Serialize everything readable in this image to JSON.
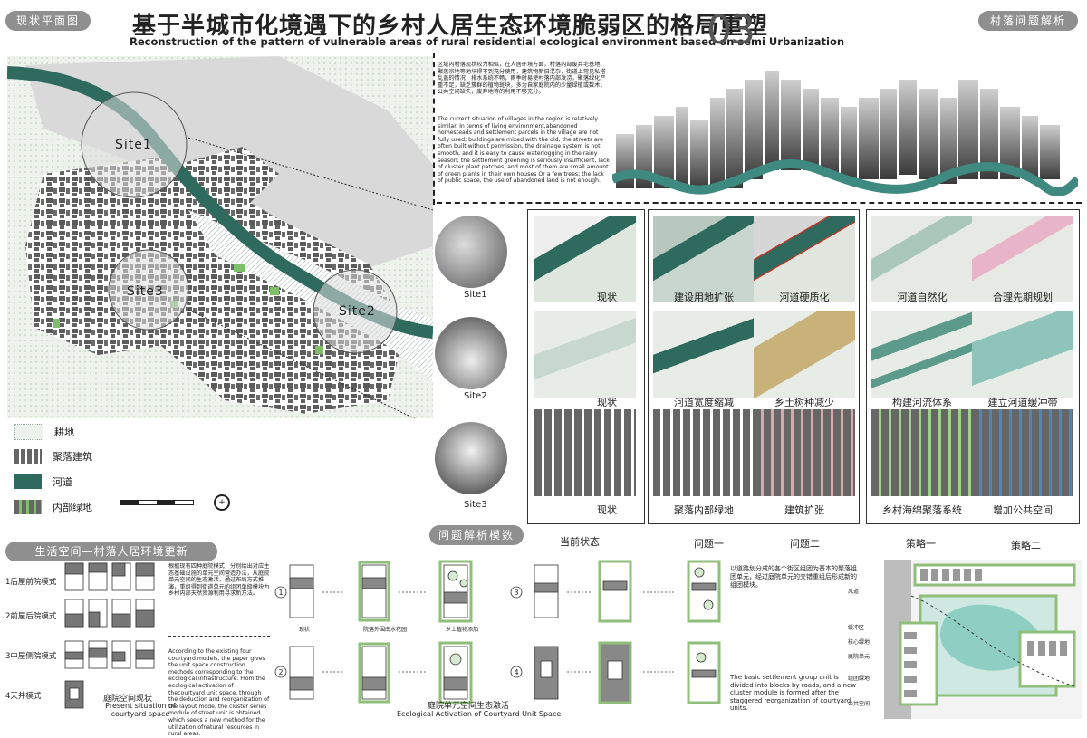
{
  "header": {
    "left_tag": "现状平面图",
    "right_tag": "村落问题解析",
    "title_cn": "基于半城市化境遇下的乡村人居生态环境脆弱区的格局重塑",
    "title_en": "Reconstruction of the pattern of vulnerable areas of rural residential ecological environment based on semi Urbanization",
    "number": "03"
  },
  "map": {
    "sites": [
      "Site1",
      "Site2",
      "Site3"
    ],
    "legend": [
      {
        "label": "耕地",
        "color": "#dfe6dd"
      },
      {
        "label": "聚落建筑",
        "color": "#666666"
      },
      {
        "label": "河道",
        "color": "#2e6b5e"
      },
      {
        "label": "内部绿地",
        "color": "#7fbf6a"
      }
    ]
  },
  "analysis_text": {
    "cn": "区域内村落现状较为相似，在人居环境方面，村落内部废弃宅基地、聚落宗地等地块得不到充分使用，建筑物新旧混杂，街道上常见私搭乱盖的情况，排水系统不畅，雨季时易使村落内部发涝，聚落绿化严重不足，缺乏簇群的植物斑块，多为自家庭院内的少量绿植或数木；公共空间缺失，废弃地等的利用不够充分。",
    "en": "The current situation of villages in the region is relatively similar. In terms of living environment,abandoned homesteads and settlement parcels in the village are not fully used; buildings are mixed with the old, the streets are often built without permission, the drainage system is not smooth, and it is easy to cause waterlogging in the rainy season; the settlement greening is seriously insufficient, lack of cluster plant patches, and most of them are small amount of green plants in their own houses Or a few trees; the lack of public space, the use of abandoned land is not enough."
  },
  "site_photos": [
    "Site1",
    "Site2",
    "Site3"
  ],
  "tiles": {
    "col1": [
      "现状",
      "现状",
      "现状"
    ],
    "col2": [
      "建设用地扩张",
      "河道宽度缩减",
      "聚落内部绿地"
    ],
    "col3": [
      "河道硬质化",
      "乡土树种减少",
      "建筑扩张"
    ],
    "col4": [
      "河道自然化",
      "构建河流体系",
      "乡村海绵聚落系统"
    ],
    "col5": [
      "合理先期规划",
      "建立河道缓冲带",
      "增加公共空间"
    ]
  },
  "section_labels": {
    "problem_models": "问题解析模数",
    "current": "当前状态",
    "problem1": "问题一",
    "problem2": "问题二",
    "strategy1": "策略一",
    "strategy2": "策略二"
  },
  "living": {
    "tag": "生活空间—村落人居环境更新",
    "modes": [
      "1后屋前院模式",
      "2前屋后院模式",
      "3中屋侧院模式",
      "4天井模式"
    ],
    "present_cn": "庭院空间现状",
    "present_en": "Present situation of courtyard space",
    "desc_cn": "根据现有四种庭院模式，分别给出对应生态基础设施的单元空间营造办法，从庭院单元空间的生态激活，通过布局方式推演，重组得到街道单元的组团单级模块为乡村内部天然资源利用寻求新方法。",
    "desc_en": "According to the existing four courtyard models, the paper gives the unit space construction methods corresponding to the ecological infrastructure. From the ecological activation of thecourtyard unit space, through the deduction and reorganization of the layout mode, the cluster series module of street unit is obtained, which seeks a new method for the utilization ofnatural resources in rural areas.",
    "step_caps": [
      "现状",
      "院落外围南水花园",
      "乡土植物添加"
    ],
    "eco_cn": "庭院单元空间生态激活",
    "eco_en": "Ecological Activation of Courtyard Unit Space",
    "cluster_cn": "以道路划分成的各个街区组团为基本的聚落组团单元，经过庭院单元的交错重组后形成新的组团模块。",
    "cluster_en": "The basic settlement group unit is divided into blocks by roads, and a new cluster module is formed after the staggered reorganization of courtyard units.",
    "plan_labels": [
      "风道",
      "缓冲区",
      "核心绿地",
      "庭院单元",
      "组团绿地",
      "公共空间"
    ]
  }
}
